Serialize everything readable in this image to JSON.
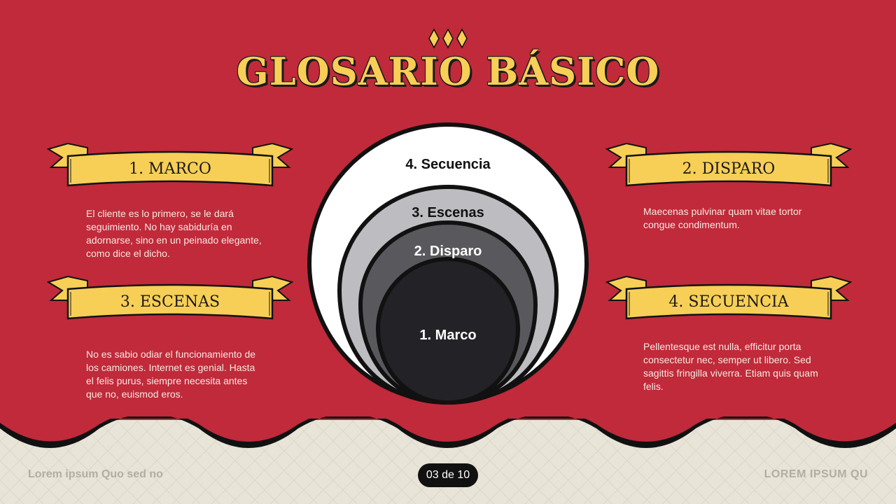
{
  "title": "GLOSARIO BÁSICO",
  "cards": [
    {
      "ribbon": "1. MARCO",
      "text": "El cliente es lo primero, se le dará seguimiento. No hay sabiduría en adornarse, sino en un peinado elegante, como dice el dicho."
    },
    {
      "ribbon": "2. DISPARO",
      "text": "Maecenas pulvinar quam vitae tortor congue condimentum."
    },
    {
      "ribbon": "3. ESCENAS",
      "text": "No es sabio odiar el funcionamiento de los camiones. Internet es genial. Hasta el felis purus, siempre necesita antes que no, euismod eros."
    },
    {
      "ribbon": "4. SECUENCIA",
      "text": "Pellentesque est nulla, efficitur porta consectetur nec, semper ut libero. Sed sagittis fringilla viverra. Etiam quis quam felis."
    }
  ],
  "rings": [
    "4. Secuencia",
    "3. Escenas",
    "2. Disparo",
    "1. Marco"
  ],
  "footer": {
    "left": "Lorem ipsum Quo sed no",
    "page": "03 de 10",
    "right": "LOREM IPSUM QU"
  },
  "colors": {
    "background": "#C02A3A",
    "accent": "#F7CF57",
    "footer_bg": "#E8E4D8",
    "ring_outer": "#FFFFFF",
    "ring_3": "#BDBCC0",
    "ring_2": "#59585D",
    "ring_1": "#232226"
  }
}
